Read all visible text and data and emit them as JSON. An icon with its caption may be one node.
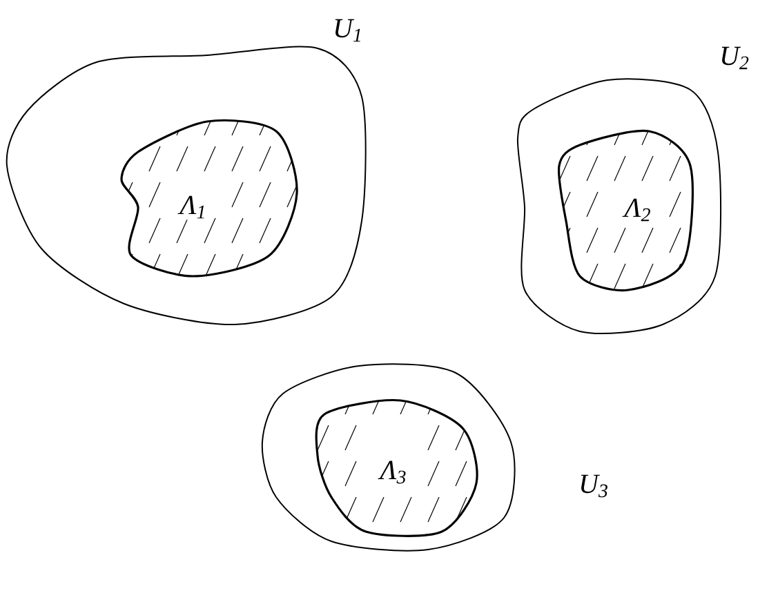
{
  "diagram": {
    "nodes": [
      {
        "text": [
          "U$_{1}$"
        ]
      },
      {
        "text": [
          "Λ$_{1}$"
        ],
        "in": 0
      },
      {
        "text": [
          "U$_{2}$"
        ]
      },
      {
        "text": [
          "Λ$_{2}$"
        ],
        "in": 2
      },
      {
        "text": [
          "U$_{3}$"
        ]
      },
      {
        "text": [
          "Λ$_{3}$"
        ],
        "in": 4
      }
    ]
  }
}
